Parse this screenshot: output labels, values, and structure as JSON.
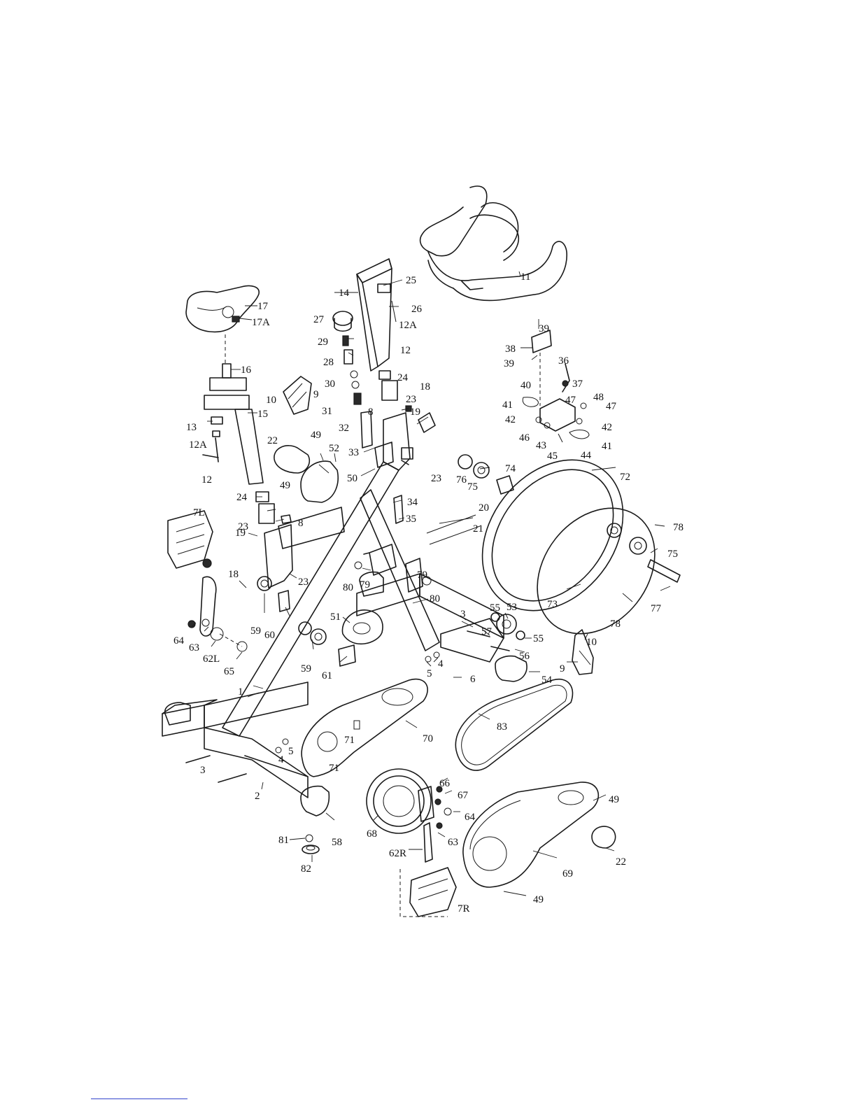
{
  "labels": [
    {
      "id": "lbl-1",
      "text": "1"
    },
    {
      "id": "lbl-2",
      "text": "2"
    },
    {
      "id": "lbl-3a",
      "text": "3"
    },
    {
      "id": "lbl-3b",
      "text": "3"
    },
    {
      "id": "lbl-4a",
      "text": "4"
    },
    {
      "id": "lbl-4b",
      "text": "4"
    },
    {
      "id": "lbl-5a",
      "text": "5"
    },
    {
      "id": "lbl-5b",
      "text": "5"
    },
    {
      "id": "lbl-6",
      "text": "6"
    },
    {
      "id": "lbl-7l",
      "text": "7L"
    },
    {
      "id": "lbl-7r",
      "text": "7R"
    },
    {
      "id": "lbl-8a",
      "text": "8"
    },
    {
      "id": "lbl-8b",
      "text": "8"
    },
    {
      "id": "lbl-9a",
      "text": "9"
    },
    {
      "id": "lbl-9b",
      "text": "9"
    },
    {
      "id": "lbl-10a",
      "text": "10"
    },
    {
      "id": "lbl-10b",
      "text": "10"
    },
    {
      "id": "lbl-11",
      "text": "11"
    },
    {
      "id": "lbl-12a",
      "text": "12"
    },
    {
      "id": "lbl-12b",
      "text": "12"
    },
    {
      "id": "lbl-12aa",
      "text": "12A"
    },
    {
      "id": "lbl-12ab",
      "text": "12A"
    },
    {
      "id": "lbl-13",
      "text": "13"
    },
    {
      "id": "lbl-14",
      "text": "14"
    },
    {
      "id": "lbl-15",
      "text": "15"
    },
    {
      "id": "lbl-16",
      "text": "16"
    },
    {
      "id": "lbl-17",
      "text": "17"
    },
    {
      "id": "lbl-17a",
      "text": "17A"
    },
    {
      "id": "lbl-18a",
      "text": "18"
    },
    {
      "id": "lbl-18b",
      "text": "18"
    },
    {
      "id": "lbl-19a",
      "text": "19"
    },
    {
      "id": "lbl-19b",
      "text": "19"
    },
    {
      "id": "lbl-20",
      "text": "20"
    },
    {
      "id": "lbl-21",
      "text": "21"
    },
    {
      "id": "lbl-22a",
      "text": "22"
    },
    {
      "id": "lbl-22b",
      "text": "22"
    },
    {
      "id": "lbl-23a",
      "text": "23"
    },
    {
      "id": "lbl-23b",
      "text": "23"
    },
    {
      "id": "lbl-23c",
      "text": "23"
    },
    {
      "id": "lbl-23d",
      "text": "23"
    },
    {
      "id": "lbl-24a",
      "text": "24"
    },
    {
      "id": "lbl-24b",
      "text": "24"
    },
    {
      "id": "lbl-25",
      "text": "25"
    },
    {
      "id": "lbl-26",
      "text": "26"
    },
    {
      "id": "lbl-27",
      "text": "27"
    },
    {
      "id": "lbl-28",
      "text": "28"
    },
    {
      "id": "lbl-29",
      "text": "29"
    },
    {
      "id": "lbl-30",
      "text": "30"
    },
    {
      "id": "lbl-31",
      "text": "31"
    },
    {
      "id": "lbl-32",
      "text": "32"
    },
    {
      "id": "lbl-33",
      "text": "33"
    },
    {
      "id": "lbl-34",
      "text": "34"
    },
    {
      "id": "lbl-35",
      "text": "35"
    },
    {
      "id": "lbl-36",
      "text": "36"
    },
    {
      "id": "lbl-37",
      "text": "37"
    },
    {
      "id": "lbl-38",
      "text": "38"
    },
    {
      "id": "lbl-39a",
      "text": "39"
    },
    {
      "id": "lbl-39b",
      "text": "39"
    },
    {
      "id": "lbl-40",
      "text": "40"
    },
    {
      "id": "lbl-41a",
      "text": "41"
    },
    {
      "id": "lbl-41b",
      "text": "41"
    },
    {
      "id": "lbl-42a",
      "text": "42"
    },
    {
      "id": "lbl-42b",
      "text": "42"
    },
    {
      "id": "lbl-43",
      "text": "43"
    },
    {
      "id": "lbl-44",
      "text": "44"
    },
    {
      "id": "lbl-45",
      "text": "45"
    },
    {
      "id": "lbl-46",
      "text": "46"
    },
    {
      "id": "lbl-47a",
      "text": "47"
    },
    {
      "id": "lbl-47b",
      "text": "47"
    },
    {
      "id": "lbl-48",
      "text": "48"
    },
    {
      "id": "lbl-49a",
      "text": "49"
    },
    {
      "id": "lbl-49b",
      "text": "49"
    },
    {
      "id": "lbl-49c",
      "text": "49"
    },
    {
      "id": "lbl-49d",
      "text": "49"
    },
    {
      "id": "lbl-50",
      "text": "50"
    },
    {
      "id": "lbl-51",
      "text": "51"
    },
    {
      "id": "lbl-52",
      "text": "52"
    },
    {
      "id": "lbl-53",
      "text": "53"
    },
    {
      "id": "lbl-54",
      "text": "54"
    },
    {
      "id": "lbl-55a",
      "text": "55"
    },
    {
      "id": "lbl-55b",
      "text": "55"
    },
    {
      "id": "lbl-56",
      "text": "56"
    },
    {
      "id": "lbl-57",
      "text": "57"
    },
    {
      "id": "lbl-58",
      "text": "58"
    },
    {
      "id": "lbl-59a",
      "text": "59"
    },
    {
      "id": "lbl-59b",
      "text": "59"
    },
    {
      "id": "lbl-60",
      "text": "60"
    },
    {
      "id": "lbl-61",
      "text": "61"
    },
    {
      "id": "lbl-62l",
      "text": "62L"
    },
    {
      "id": "lbl-62r",
      "text": "62R"
    },
    {
      "id": "lbl-63a",
      "text": "63"
    },
    {
      "id": "lbl-63b",
      "text": "63"
    },
    {
      "id": "lbl-64a",
      "text": "64"
    },
    {
      "id": "lbl-64b",
      "text": "64"
    },
    {
      "id": "lbl-65",
      "text": "65"
    },
    {
      "id": "lbl-66",
      "text": "66"
    },
    {
      "id": "lbl-67",
      "text": "67"
    },
    {
      "id": "lbl-68",
      "text": "68"
    },
    {
      "id": "lbl-69",
      "text": "69"
    },
    {
      "id": "lbl-70",
      "text": "70"
    },
    {
      "id": "lbl-71a",
      "text": "71"
    },
    {
      "id": "lbl-71b",
      "text": "71"
    },
    {
      "id": "lbl-72",
      "text": "72"
    },
    {
      "id": "lbl-73",
      "text": "73"
    },
    {
      "id": "lbl-74",
      "text": "74"
    },
    {
      "id": "lbl-75a",
      "text": "75"
    },
    {
      "id": "lbl-75b",
      "text": "75"
    },
    {
      "id": "lbl-76",
      "text": "76"
    },
    {
      "id": "lbl-77",
      "text": "77"
    },
    {
      "id": "lbl-78a",
      "text": "78"
    },
    {
      "id": "lbl-78b",
      "text": "78"
    },
    {
      "id": "lbl-79a",
      "text": "79"
    },
    {
      "id": "lbl-79b",
      "text": "79"
    },
    {
      "id": "lbl-80a",
      "text": "80"
    },
    {
      "id": "lbl-80b",
      "text": "80"
    },
    {
      "id": "lbl-81",
      "text": "81"
    },
    {
      "id": "lbl-82",
      "text": "82"
    },
    {
      "id": "lbl-83",
      "text": "83"
    }
  ]
}
